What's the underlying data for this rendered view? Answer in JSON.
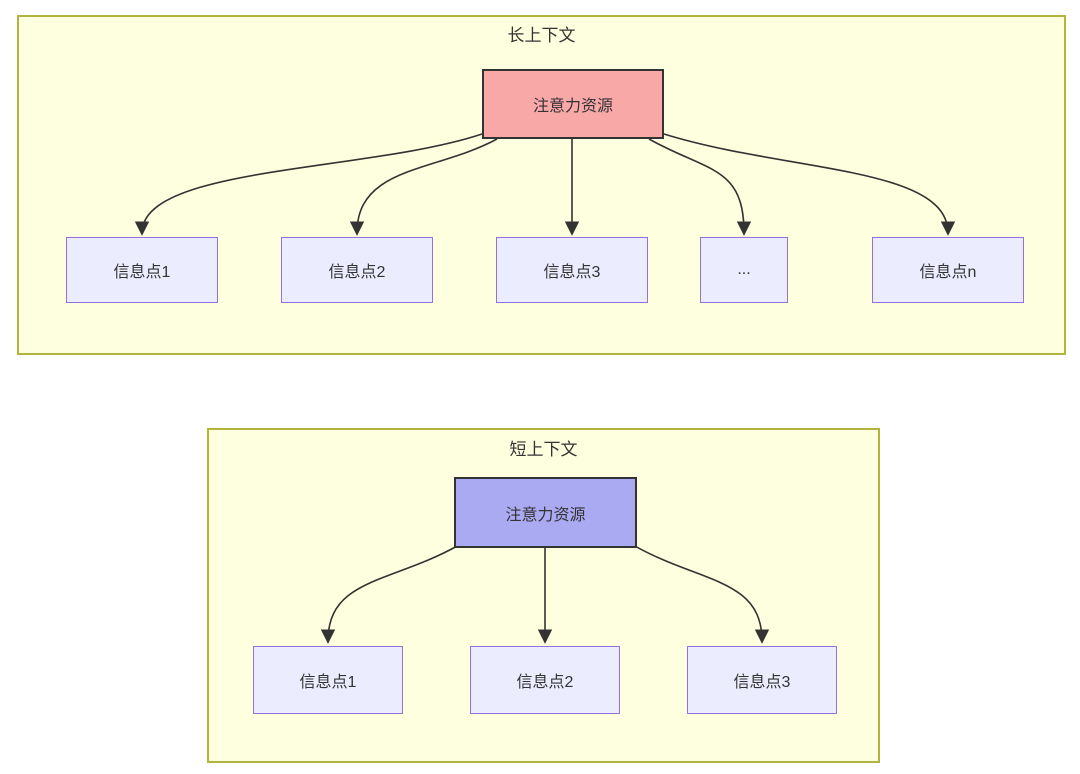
{
  "diagram": {
    "long_context": {
      "title": "长上下文",
      "source_label": "注意力资源",
      "nodes": [
        {
          "label": "信息点1"
        },
        {
          "label": "信息点2"
        },
        {
          "label": "信息点3"
        },
        {
          "label": "..."
        },
        {
          "label": "信息点n"
        }
      ]
    },
    "short_context": {
      "title": "短上下文",
      "source_label": "注意力资源",
      "nodes": [
        {
          "label": "信息点1"
        },
        {
          "label": "信息点2"
        },
        {
          "label": "信息点3"
        }
      ]
    },
    "colors": {
      "container_fill": "#feffde",
      "container_border": "#b3b43d",
      "long_source_fill": "#f9a8a8",
      "short_source_fill": "#aaaaf2",
      "info_node_fill": "#ececff",
      "info_node_border": "#9370db",
      "edge_stroke": "#333333",
      "text": "#333333"
    }
  }
}
